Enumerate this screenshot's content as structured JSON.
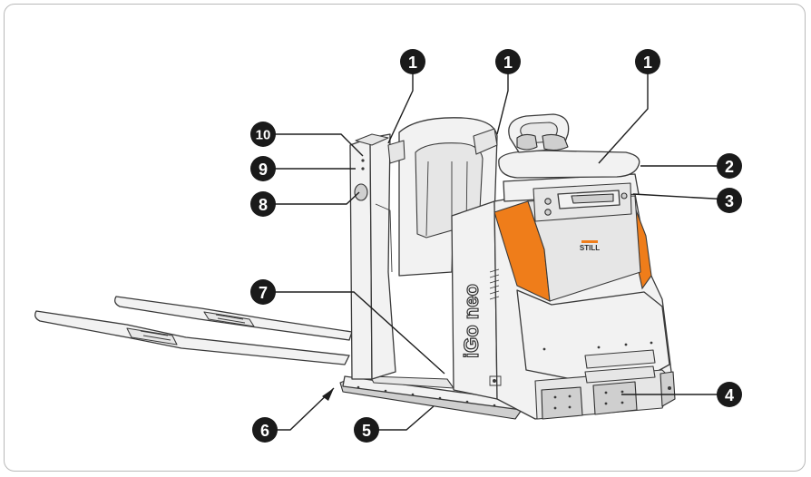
{
  "callouts": [
    {
      "id": "c1a",
      "label": "1"
    },
    {
      "id": "c1b",
      "label": "1"
    },
    {
      "id": "c1c",
      "label": "1"
    },
    {
      "id": "c2",
      "label": "2"
    },
    {
      "id": "c3",
      "label": "3"
    },
    {
      "id": "c4",
      "label": "4"
    },
    {
      "id": "c5",
      "label": "5"
    },
    {
      "id": "c6",
      "label": "6"
    },
    {
      "id": "c7",
      "label": "7"
    },
    {
      "id": "c8",
      "label": "8"
    },
    {
      "id": "c9",
      "label": "9"
    },
    {
      "id": "c10",
      "label": "10"
    }
  ],
  "branding": {
    "logo_text": "STILL",
    "model_text": "iGo neo"
  },
  "colors": {
    "accent": "#ef7d1a",
    "callout_fill": "#1a1a1a",
    "frame": "#b9b9b9"
  }
}
